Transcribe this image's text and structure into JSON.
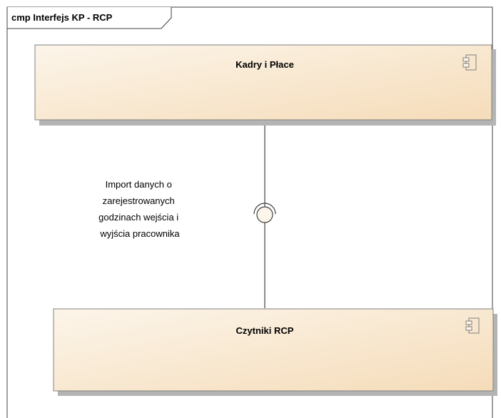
{
  "frame": {
    "title": "cmp Interfejs KP - RCP"
  },
  "components": [
    {
      "name": "Kadry i Płace"
    },
    {
      "name": "Czytniki RCP"
    }
  ],
  "interface": {
    "label_lines": [
      "Import danych o",
      "zarejestrowanych",
      "godzinach wejścia i",
      "wyjścia pracownika"
    ]
  },
  "colors": {
    "component_fill_start": "#fcf5ea",
    "component_fill_end": "#f5dcb9",
    "component_stroke": "#808080",
    "shadow": "#b4b4b4",
    "line": "#404040"
  }
}
